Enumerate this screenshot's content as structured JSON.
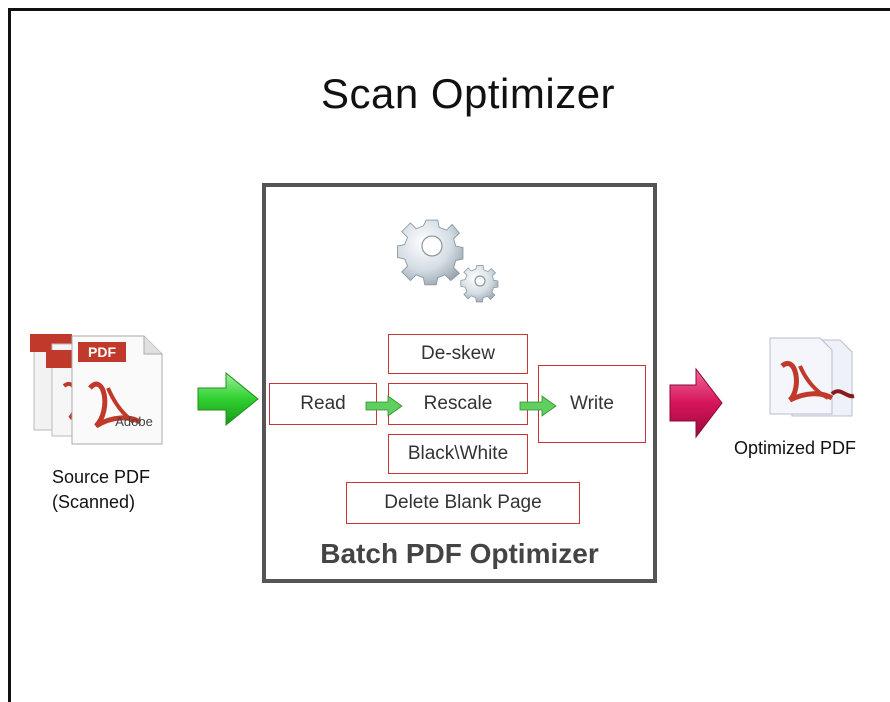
{
  "title": "Scan Optimizer",
  "source": {
    "label_line1": "Source PDF",
    "label_line2": "(Scanned)",
    "icon": "stacked-pdf-icon",
    "badge_text": "PDF",
    "brand_text": "Adobe"
  },
  "batch": {
    "label": "Batch PDF Optimizer",
    "icon": "gears-icon",
    "steps": {
      "deskew": "De-skew",
      "read": "Read",
      "rescale": "Rescale",
      "write": "Write",
      "blackwhite": "Black\\White",
      "delete_blank": "Delete Blank Page"
    }
  },
  "output": {
    "label": "Optimized PDF",
    "icon": "optimized-pdf-icon"
  },
  "colors": {
    "step_border": "#cc3333",
    "green_arrow": "#33cc33",
    "magenta_arrow": "#d6145a",
    "batch_border": "#555555"
  }
}
